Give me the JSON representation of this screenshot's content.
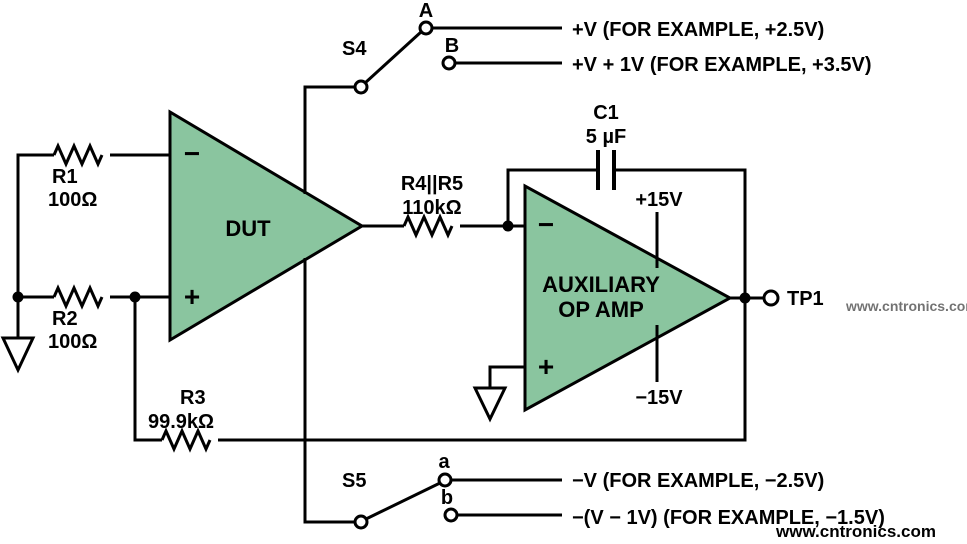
{
  "colors": {
    "opamp_fill": "#8AC59F",
    "wire": "#000000",
    "watermark": "#9FDB9A",
    "background": "#FFFFFF"
  },
  "components": {
    "dut": {
      "label": "DUT",
      "inverting_input": "−",
      "noninverting_input": "+"
    },
    "aux": {
      "line1": "AUXILIARY",
      "line2": "OP AMP",
      "inverting_input": "−",
      "noninverting_input": "+",
      "positive_supply": "+15V",
      "negative_supply": "−15V"
    },
    "r1": {
      "name": "R1",
      "value": "100Ω"
    },
    "r2": {
      "name": "R2",
      "value": "100Ω"
    },
    "r3": {
      "name": "R3",
      "value": "99.9kΩ"
    },
    "r45": {
      "name": "R4||R5",
      "value": "110kΩ"
    },
    "c1": {
      "name": "C1",
      "value": "5 µF"
    },
    "tp1": {
      "label": "TP1"
    }
  },
  "switches": {
    "s4": {
      "label": "S4",
      "throw_a": "A",
      "throw_b": "B",
      "throw_a_text": "+V (FOR EXAMPLE, +2.5V)",
      "throw_b_text": "+V + 1V (FOR EXAMPLE, +3.5V)"
    },
    "s5": {
      "label": "S5",
      "throw_a": "a",
      "throw_b": "b",
      "throw_a_text": "−V (FOR EXAMPLE, −2.5V)",
      "throw_b_text": "−(V − 1V) (FOR EXAMPLE, −1.5V)"
    }
  },
  "watermark": {
    "text": "www.cntronics.com"
  }
}
